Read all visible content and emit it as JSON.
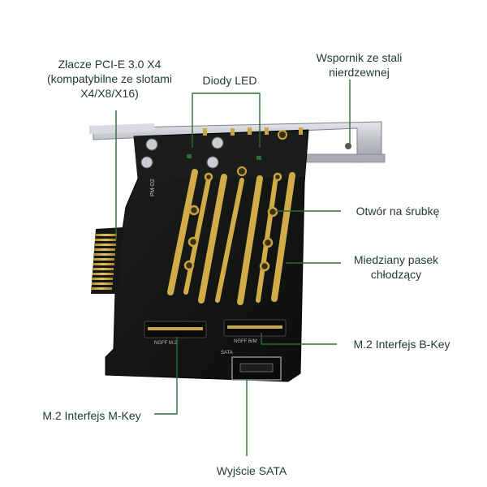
{
  "callouts": {
    "pcie": "Złacze PCI-E 3.0 X4\n(kompatybilne ze slotami\nX4/X8/X16)",
    "leds": "Diody LED",
    "bracket": "Wspornik ze stali\nnierdzewnej",
    "screw_hole": "Otwór na śrubkę",
    "copper_strip": "Miedziany pasek\nchłodzący",
    "bkey": "M.2 Interfejs B-Key",
    "mkey": "M.2 Interfejs M-Key",
    "sata": "Wyjście SATA"
  },
  "board_silkscreen": {
    "model": "PM-D2",
    "slot_left": "NGFF M.2",
    "slot_right": "NGFF B/M",
    "sata_label": "SATA"
  },
  "colors": {
    "leader_line": "#2e6b3c",
    "label_text": "#1f3a2a",
    "pcb": "#121412",
    "gold": "#c9a445",
    "bracket": "#c8ccd0"
  }
}
